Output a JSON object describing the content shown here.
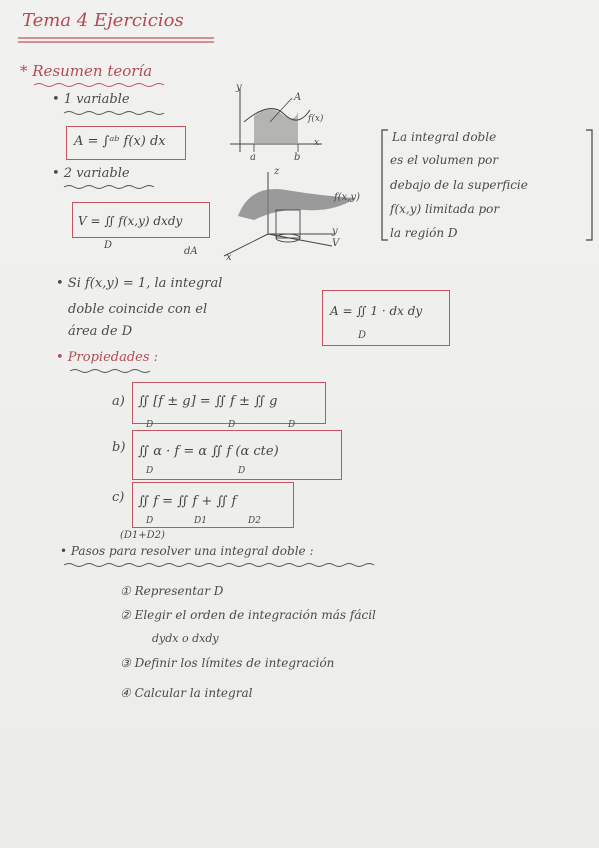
{
  "title": "Tema 4 Ejercicios",
  "resumen": "* Resumen teoría",
  "una_variable": {
    "heading": "• 1 variable",
    "formula": "A = ∫ᵃᵇ f(x) dx",
    "graph": {
      "y": "y",
      "x": "x",
      "A": "A",
      "fx": "f(x)",
      "a": "a",
      "b": "b"
    }
  },
  "dos_variables": {
    "heading": "• 2 variable",
    "formula": "V = ∬ f(x,y) dxdy",
    "sub_D": "D",
    "sub_dA": "dA",
    "graph": {
      "z": "z",
      "fxy": "f(x,y)",
      "y": "y",
      "x": "x",
      "v": "V"
    }
  },
  "side_note": [
    "La integral doble",
    "es el volumen por",
    "debajo de la superficie",
    "f(x,y) limitada por",
    "la región D"
  ],
  "si_note": [
    "• Si f(x,y) = 1, la integral",
    "doble coincide con el",
    "área de D"
  ],
  "area_formula": "A = ∬ 1 · dx dy",
  "area_sub": "D",
  "propiedades": {
    "heading": "• Propiedades :",
    "items": [
      {
        "label": "a)",
        "formula": "∬ [f ± g] = ∬ f ± ∬ g",
        "subs": [
          "D",
          "D",
          "D"
        ]
      },
      {
        "label": "b)",
        "formula": "∬ α · f = α ∬ f    (α cte)",
        "subs": [
          "D",
          "D"
        ]
      },
      {
        "label": "c)",
        "formula": "∬ f = ∬ f + ∬ f",
        "subs": [
          "D",
          "D1",
          "D2"
        ]
      }
    ],
    "c_note": "(D1+D2)"
  },
  "pasos": {
    "heading": "• Pasos para resolver una integral doble :",
    "steps": [
      "① Representar D",
      "② Elegir el orden de integración más fácil",
      "dydx  o  dxdy",
      "③ Definir los límites de integración",
      "④ Calcular la integral"
    ]
  }
}
